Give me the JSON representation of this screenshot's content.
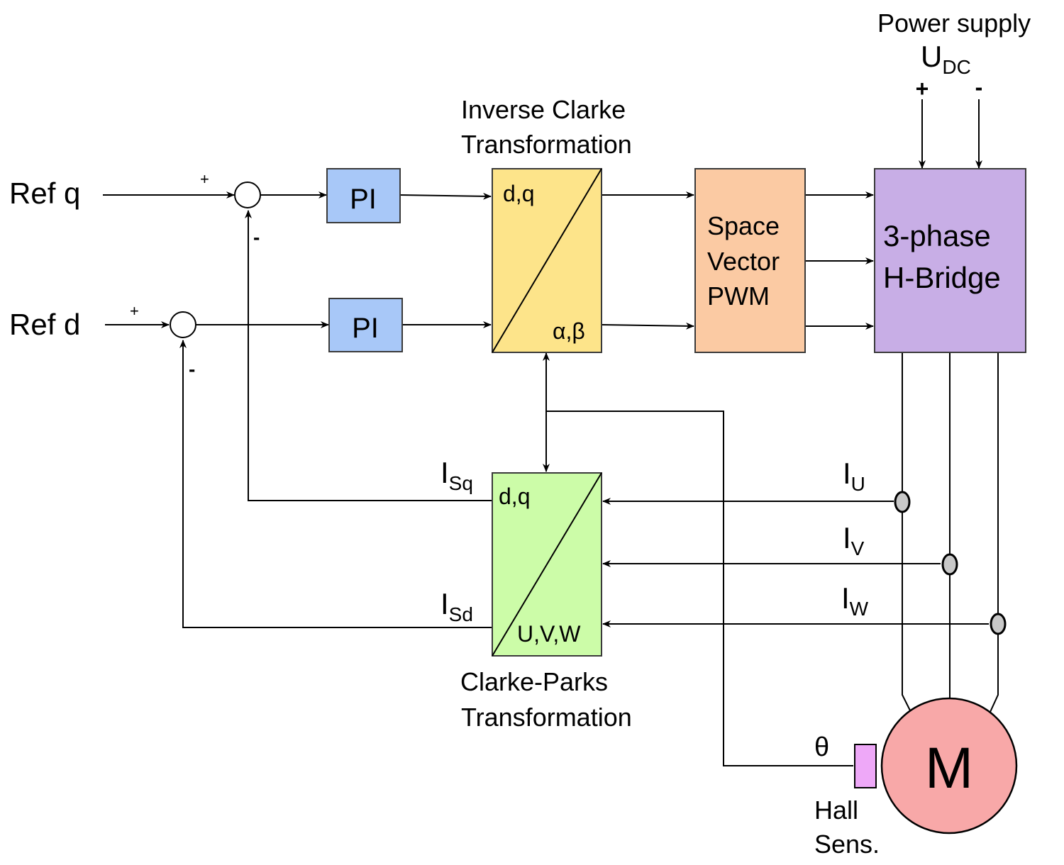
{
  "colors": {
    "pi_block": "#a8c8f8",
    "inverse_clarke": "#fde48a",
    "svpwm": "#fbcaa3",
    "h_bridge": "#c8aee6",
    "clarke_parks": "#ccfca8",
    "motor": "#f8a8a8",
    "hall_sensor": "#eea8f8",
    "current_sensor": "#c8c8c8"
  },
  "inputs": {
    "ref_q": "Ref q",
    "ref_d": "Ref d"
  },
  "signs": {
    "plus": "+",
    "minus": "-"
  },
  "pi": {
    "q_label": "PI",
    "d_label": "PI"
  },
  "inverse_clarke": {
    "title_line1": "Inverse Clarke",
    "title_line2": "Transformation",
    "in_label": "d,q",
    "out_label": "α,β"
  },
  "svpwm": {
    "line1": "Space",
    "line2": "Vector",
    "line3": "PWM"
  },
  "hbridge": {
    "line1": "3-phase",
    "line2": "H-Bridge"
  },
  "power_supply": {
    "title": "Power supply",
    "u_main": "U",
    "u_sub": "DC",
    "plus": "+",
    "minus": "-"
  },
  "clarke_parks": {
    "out_label": "d,q",
    "in_label": "U,V,W",
    "title_line1": "Clarke-Parks",
    "title_line2": "Transformation"
  },
  "feedback": {
    "isq_main": "I",
    "isq_sub": "Sq",
    "isd_main": "I",
    "isd_sub": "Sd"
  },
  "currents": {
    "u_main": "I",
    "u_sub": "U",
    "v_main": "I",
    "v_sub": "V",
    "w_main": "I",
    "w_sub": "W"
  },
  "motor": {
    "label": "M"
  },
  "sensor": {
    "theta": "θ",
    "line1": "Hall",
    "line2": "Sens."
  }
}
